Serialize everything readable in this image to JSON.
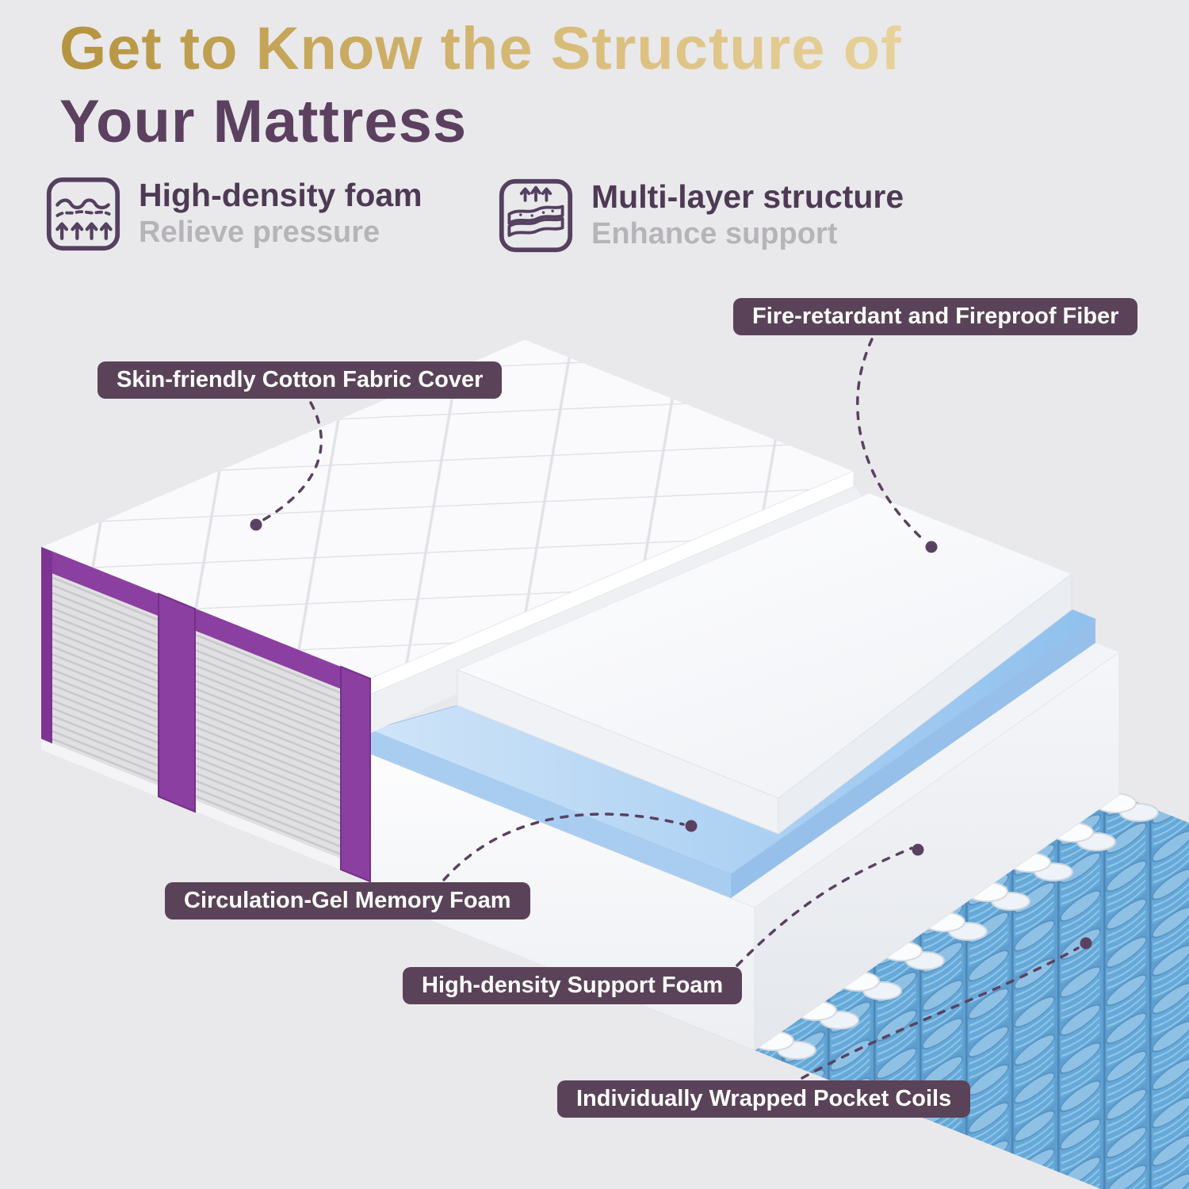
{
  "page": {
    "background_color": "#e9e9eb"
  },
  "title": {
    "line1": "Get to Know the Structure of",
    "line2": "Your Mattress",
    "line1_gradient": [
      "#b5933f",
      "#e8d29a"
    ],
    "line2_color": "#5c4060"
  },
  "features": [
    {
      "icon": "high-density-foam-icon",
      "heading": "High-density foam",
      "subtext": "Relieve pressure"
    },
    {
      "icon": "multi-layer-structure-icon",
      "heading": "Multi-layer structure",
      "subtext": "Enhance support"
    }
  ],
  "callouts": [
    {
      "label": "Fire-retardant and Fireproof Fiber"
    },
    {
      "label": "Skin-friendly Cotton Fabric Cover"
    },
    {
      "label": "Circulation-Gel Memory Foam"
    },
    {
      "label": "High-density Support Foam"
    },
    {
      "label": "Individually Wrapped Pocket Coils"
    }
  ],
  "diagram": {
    "subject": "mattress layer cutaway",
    "layers_top_to_bottom": [
      "Skin-friendly Cotton Fabric Cover",
      "Fire-retardant and Fireproof Fiber",
      "Circulation-Gel Memory Foam",
      "High-density Support Foam",
      "Individually Wrapped Pocket Coils"
    ],
    "colors": {
      "pill_background": "#5a4358",
      "pill_text": "#ffffff",
      "trim_purple": "#8b3fa0",
      "side_fabric_gray": "#dfdfe2",
      "gel_blue": "#9ec9f0",
      "coil_blue": "#66a9d8",
      "foam_white": "#fdfdfe",
      "connector_line": "#5a4161"
    }
  }
}
